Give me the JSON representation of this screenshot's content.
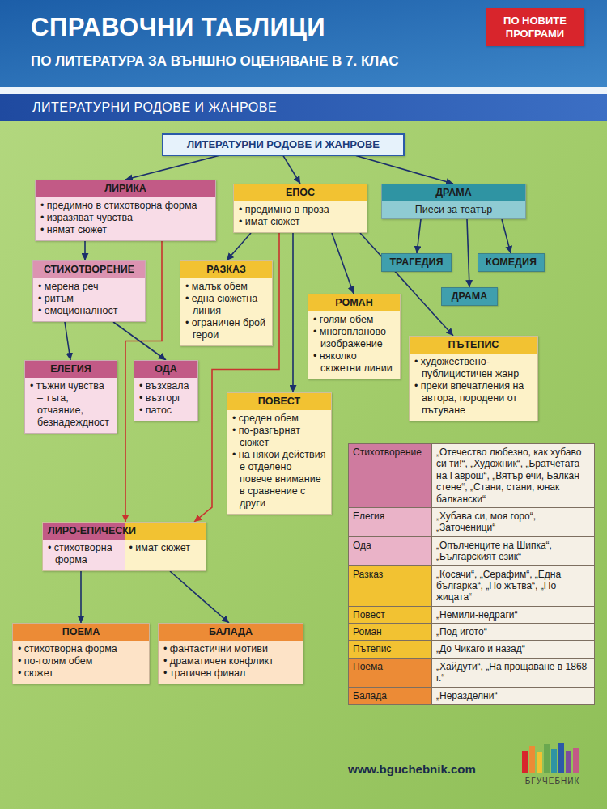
{
  "diagram": {
    "title": "СПРАВОЧНИ ТАБЛИЦИ",
    "nodes": [
      {
        "text": [
          "ПО НОВИТЕ ПРОГРАМИ"
        ]
      },
      {
        "text": [
          "ЛИТЕРАТУРНИ РОДОВЕ И ЖАНРОВЕ"
        ]
      },
      {
        "text": [
          "ЛИТЕРАТУРНИ РОДОВЕ И ЖАНРОВЕ"
        ]
      },
      {
        "text": [
          "ЛИРИКА",
          "• предимно в стихотворна форма",
          "• изразяват чувства",
          "• нямат сюжет"
        ]
      },
      {
        "text": [
          "ЕПОС",
          "• предимно в проза",
          "• имат сюжет"
        ]
      },
      {
        "text": [
          "ДРАМА",
          "Пиеси за театър"
        ]
      },
      {
        "text": [
          "СТИХОТВОРЕНИЕ",
          "• мерена реч",
          "• ритъм",
          "• емоционалност"
        ]
      },
      {
        "text": [
          "РАЗКАЗ",
          "• малък обем",
          "• една сюжетна линия",
          "• ограничен брой герои"
        ]
      },
      {
        "text": [
          "ТРАГЕДИЯ"
        ]
      },
      {
        "text": [
          "КОМЕДИЯ"
        ]
      },
      {
        "text": [
          "ДРАМА"
        ]
      },
      {
        "text": [
          "РОМАН",
          "• голям обем",
          "• многопланово изображение",
          "• няколко сюжетни линии"
        ]
      },
      {
        "text": [
          "ПЪТЕПИС",
          "• художествено-публицистичен жанр",
          "• преки впечатления на автора, породени от пътуване"
        ]
      },
      {
        "text": [
          "ЕЛЕГИЯ",
          "• тъжни чувства – тъга, отчаяние, безнадеждност"
        ]
      },
      {
        "text": [
          "ОДА",
          "• възхвала",
          "• възторг",
          "• патос"
        ]
      },
      {
        "text": [
          "ПОВЕСТ",
          "• среден обем",
          "• по-разгърнат сюжет",
          "• на някои действия е отделено повече внимание в сравнение с други"
        ]
      },
      {
        "text": [
          "ЛИРО-ЕПИЧЕСКИ",
          "• стихотворна форма",
          "• имат сюжет"
        ]
      },
      {
        "text": [
          "ПОЕМА",
          "• стихотворна форма",
          "• по-голям обем",
          "• сюжет"
        ]
      },
      {
        "text": [
          "БАЛАДА",
          "• фантастични мотиви",
          "• драматичен конфликт",
          "• трагичен финал"
        ]
      }
    ],
    "edges": [
      {
        "from": 2,
        "to": 3,
        "arrow": "to"
      },
      {
        "from": 2,
        "to": 4,
        "arrow": "to"
      },
      {
        "from": 2,
        "to": 5,
        "arrow": "to"
      },
      {
        "from": 3,
        "to": 6,
        "arrow": "to"
      },
      {
        "from": 3,
        "to": 16,
        "arrow": "to"
      },
      {
        "from": 4,
        "to": 7,
        "arrow": "to"
      },
      {
        "from": 4,
        "to": 11,
        "arrow": "to"
      },
      {
        "from": 4,
        "to": 15,
        "arrow": "to"
      },
      {
        "from": 4,
        "to": 12,
        "arrow": "to"
      },
      {
        "from": 4,
        "to": 16,
        "arrow": "to"
      },
      {
        "from": 5,
        "to": 8,
        "arrow": "to"
      },
      {
        "from": 5,
        "to": 10,
        "arrow": "to"
      },
      {
        "from": 5,
        "to": 9,
        "arrow": "to"
      },
      {
        "from": 6,
        "to": 13,
        "arrow": "to"
      },
      {
        "from": 6,
        "to": 14,
        "arrow": "to"
      },
      {
        "from": 16,
        "to": 17,
        "arrow": "to"
      },
      {
        "from": 16,
        "to": 18,
        "arrow": "to"
      }
    ],
    "labels": [
      "ПО ЛИТЕРАТУРА ЗА ВЪНШНО ОЦЕНЯВАНЕ В 7. КЛАС",
      "Стихотворение",
      "„Отечество любезно, как хубаво си ти!“, „Художник“, „Братчетата на Гаврош“, „Вятър ечи, Балкан стене“, „Стани, стани, юнак балкански“",
      "Елегия",
      "„Хубава си, моя горо“, „Заточеници“",
      "Ода",
      "„Опълченците на Шипка“, „Българският език“",
      "Разказ",
      "„Косачи“, „Серафим“, „Една българка“, „По жътва“, „По жицата“",
      "Повест",
      "„Немили-недраги“",
      "Роман",
      "„Под игото“",
      "Пътепис",
      "„До Чикаго и назад“",
      "Поема",
      "„Хайдути“, „На прощаване в 1868 г.“",
      "Балада",
      "„Неразделни“",
      "www.bguchebnik.com",
      "БГУЧЕБНИК"
    ]
  }
}
